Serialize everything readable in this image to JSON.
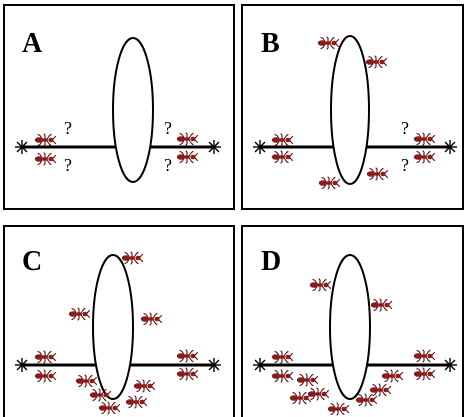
{
  "figure": {
    "colors": {
      "ant": "#8b1a1a",
      "ant_dark": "#5a0d0d",
      "outline": "#000000",
      "background": "#ffffff"
    },
    "icons": {
      "ant": "ant-icon",
      "end_marker": "asterisk-icon",
      "unknown": "question-mark"
    },
    "panels": [
      {
        "letter": "A",
        "question_left_top": "?",
        "question_left_bottom": "?",
        "question_right_top": "?",
        "question_right_bottom": "?"
      },
      {
        "letter": "B",
        "question_right_top": "?",
        "question_right_bottom": "?"
      },
      {
        "letter": "C"
      },
      {
        "letter": "D"
      }
    ]
  }
}
